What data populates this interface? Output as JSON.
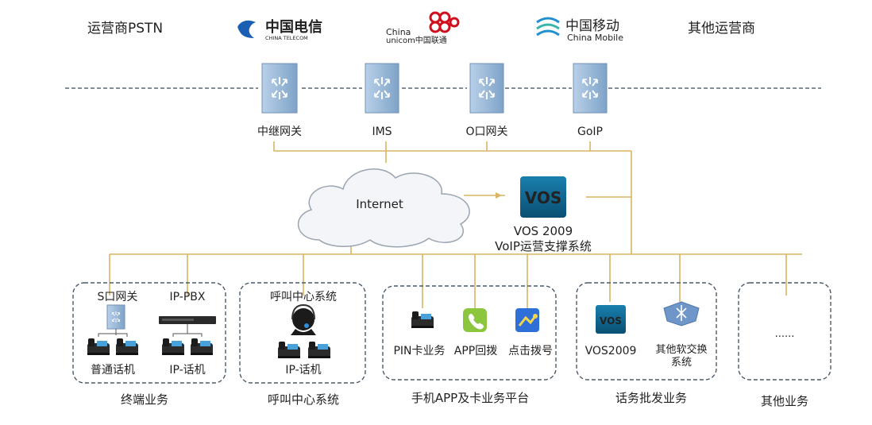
{
  "carriers": {
    "pstn_label": "运营商PSTN",
    "others_label": "其他运营商",
    "telecom": {
      "name_cn": "中国电信",
      "name_en": "CHINA TELECOM",
      "color": "#1a5fb4"
    },
    "unicom": {
      "name_en_1": "China",
      "name_en_2": "unicom中国联通",
      "color": "#d0101e"
    },
    "mobile": {
      "name_cn": "中国移动",
      "name_en": "China Mobile",
      "color": "#1f8fd0"
    }
  },
  "gateways": [
    "中继网关",
    "IMS",
    "O口网关",
    "GoIP"
  ],
  "core": {
    "cloud_label": "Internet",
    "vos_logo": "VOS",
    "vos_name": "VOS 2009",
    "vos_desc": "VoIP运营支撑系统"
  },
  "groups": [
    {
      "caption": "终端业务",
      "items": [
        "S口网关",
        "IP-PBX",
        "普通话机",
        "IP-话机"
      ]
    },
    {
      "caption": "呼叫中心系统",
      "items": [
        "呼叫中心系统",
        "IP-话机"
      ]
    },
    {
      "caption": "手机APP及卡业务平台",
      "items": [
        "PIN卡业务",
        "APP回拨",
        "点击拨号"
      ]
    },
    {
      "caption": "话务批发业务",
      "items": [
        "VOS2009",
        "其他软交换",
        "系统"
      ],
      "logo": "vos"
    },
    {
      "caption": "其他业务",
      "items": [
        "......"
      ]
    }
  ],
  "colors": {
    "line": "#d9b463",
    "device": "#8fb2d6",
    "dash": "#4a5a6a",
    "vos_bg": "#0d5f8a"
  }
}
